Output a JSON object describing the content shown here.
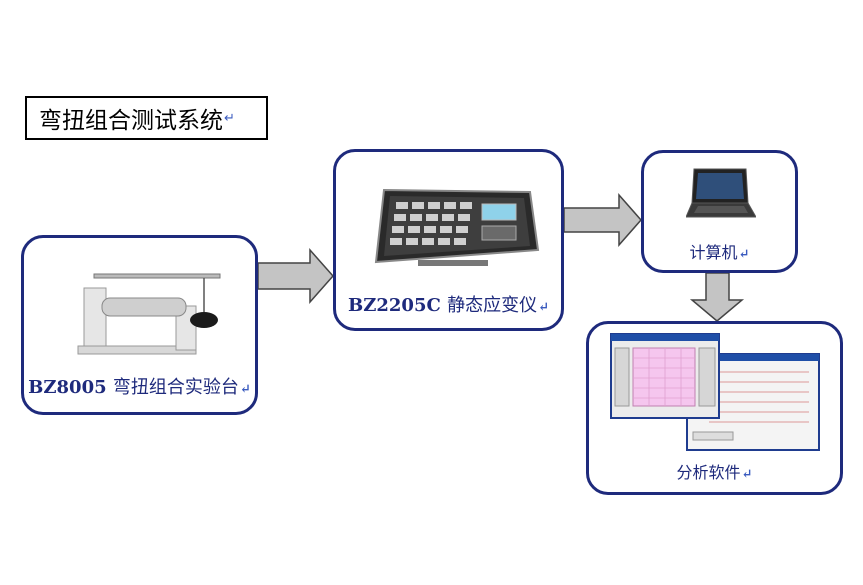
{
  "title": "弯扭组合测试系统",
  "return_mark": "↵",
  "nodes": {
    "bench": {
      "model": "BZ8005",
      "name": "弯扭组合实验台"
    },
    "strain": {
      "model": "BZ2205C",
      "name": "静态应变仪"
    },
    "computer": {
      "name": "计算机"
    },
    "software": {
      "name": "分析软件"
    }
  },
  "colors": {
    "box_border": "#1e2a7c",
    "label_text": "#1e2a7c",
    "arrow_fill": "#c4c4c4",
    "arrow_stroke": "#444444"
  }
}
